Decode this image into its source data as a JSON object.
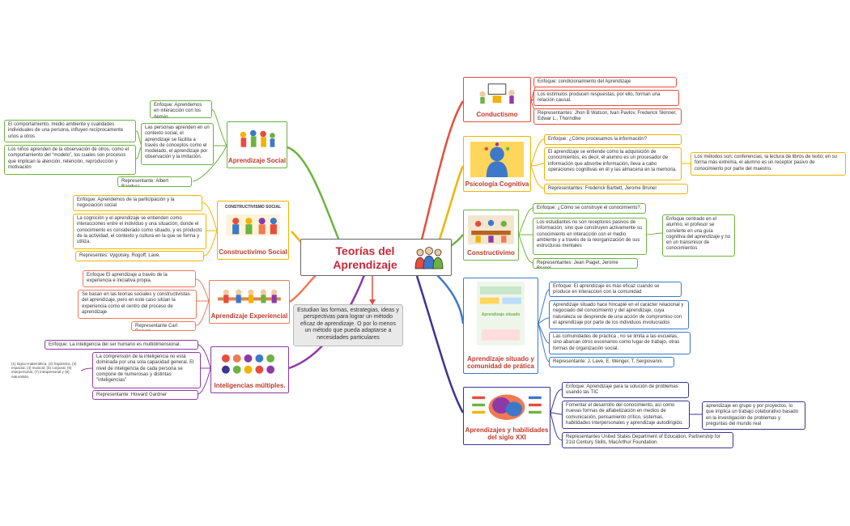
{
  "central": {
    "title": "Teorías del Aprendizaje",
    "description": "Estudian las formas, estrategias, ideas y perspectivas para lograr un método eficaz de aprendizaje. O por lo menos un método que pueda adaptarse a necesidades particulares"
  },
  "colors": {
    "central_title": "#c8283a",
    "topic_label": "#c0392b",
    "social": "#6db33f",
    "constructivismo_social": "#f0b400",
    "experiencial": "#f07a55",
    "multiples": "#8e3aa6",
    "conductismo": "#e74c3c",
    "cognitiva": "#f0b400",
    "constructivismo": "#6db33f",
    "situado": "#3d78c9",
    "siglo21": "#3b3493"
  },
  "topics": {
    "social": {
      "label": "Aprendizaje Social",
      "enfoque": "Enfoque: Aprendemos en interacción con los demás.",
      "definicion": "Las personas aprenden en un contexto social, el aprendizaje se facilita a través de conceptos como el modelado, el aprendizaje por observación y la imitación.",
      "detalle1": "El comportamiento, medio ambiente y cualidades individuales de una persona, influyen recíprocamente unos a otros",
      "detalle2": "Los niños aprenden de la observación de otros, como el comportamiento del “modelo”, los cuales son procesos que implican la atención, retención, reproducción y motivación",
      "representante": "Representante: Albert Bandura."
    },
    "constructivismo_social": {
      "label": "Constructivimo Social",
      "image_caption": "CONSTRUCTIVISMO SOCIAL",
      "enfoque": "Enfoque: Aprendemos de la participación y la negociación social",
      "definicion": "La cognición y el aprendizaje se entienden como interacciones entre el individuo y una situación; donde el conocimiento es considerado como situado, y es producto de la actividad, el contexto y cultura en la que se forma y utiliza.",
      "representante": "Representes: Vygotsky, Rogoff, Lavé."
    },
    "experiencial": {
      "label": "Aprendizaje Experiencial",
      "enfoque": "Enfoque El aprendizaje a través de la experiencia e iniciativa propia.",
      "definicion": "Se basan en las teorías sociales y constructivistas del aprendizaje, pero en este caso sitúan la experiencia como el centro del proceso de aprendizaje",
      "representante": "Representante Carl Rogers"
    },
    "multiples": {
      "label": "Inteligencias múltiples.",
      "enfoque": "Enfoque: La inteligencia del ser humano es multidimensional.",
      "definicion": "La comprensión de la inteligencia no está dominada por una sola capacidad general. El nivel de inteligencia de cada persona se compone de numerosas y distintas \"inteligencias\"",
      "tipos": "(1) lógico-matemática, (2) lingüística, (3) espacial, (4) musical, (5) corporal, (6) interpersonal, (7) intrapersonal y (8) naturalista.",
      "representante": "Representante: Howard Gardner"
    },
    "conductismo": {
      "label": "Conductismo",
      "enfoque": "Enfoque: condicionamiento del Aprendizaje",
      "definicion": "Los estímulos producen respuestas, por ello, forman una relación causal.",
      "representante": "Representantes: Jhon B Watson, Ivan Pavlov, Frederick Skinner, Edwar L., Thorndike"
    },
    "cognitiva": {
      "label": "Psicología Cognitiva",
      "enfoque": "Enfoque: ¿Cómo procesamos la información?",
      "definicion": "El aprendizaje se entiende como la adquisición de conocimientos, es decir, el alumno es un procesador de información que absorbe información, lleva a cabo operaciones cognitivas en él y las almacena en la memoria.",
      "metodos": "Los métodos son: conferencias, la lectura de libros de texto; en su forma más extrema, el alumno es un receptor pasivo de conocimiento por parte del maestro.",
      "representante": "Representantes: Frederick Bartlett, Jerome Bruner"
    },
    "constructivismo": {
      "label": "Constructivimo",
      "enfoque": "Enfoque: ¿Cómo se construye el conocimiento?.",
      "definicion": "Los estudiantes no son receptores pasivos de información, sino que construyen activamente su conocimiento en interacción con el medio ambiente y a través de la reorganización de sus estructuras mentales",
      "profesor": "Enfoque centrado en el alumno, el profesor se convierte en una guía cognitiva del aprendizaje y no en un transmisor de conocimientos",
      "representante": "Representantes: Jean Piaget, Jerome Bruner."
    },
    "situado": {
      "label": "Aprendizaje situado y comunidad de prática",
      "image_caption": "Aprendizaje situado",
      "enfoque": "Enfoque: El aprendizaje es más eficaz cuando se produce en interaccion con la comunidad",
      "definicion": "Aprendizaje situado hace hincapié en el carácter relacional y negociado del conocimiento y del aprendizaje, cuya naturaleza se desprende de una acción de compromiso con el aprendizaje por parte de los individuos involucrados",
      "comunidades": "Las comunidades de práctica , no se limita a las escuelas, sino abarcan otros escenarios como lugar de trabajo, otras formas de organización social.",
      "representante": "Representante: J. Lave, E. Wenger, T. Sergiovanni."
    },
    "siglo21": {
      "label": "Aprendizajes y habilidades del siglo XXI",
      "enfoque": "Enfoque: Aprendizaje para la solución de problemas usando las TIC",
      "definicion": "Fomentar el desarrollo del conocimiento, así como nuevas formas de alfabetización en medios de comunicación, pensamiento crítico, sistemas, habilidades interpersonales y aprendizaje autodirigido.",
      "proyectos": "aprendizaje en grupo y por proyectos, lo que implica un trabajo colaborativo basado en la investigación de problemas y preguntas del mundo real",
      "representante": "Representantes United States Department of Education, Partnership for 21st Century Skills, MacArthur Foundation."
    }
  }
}
